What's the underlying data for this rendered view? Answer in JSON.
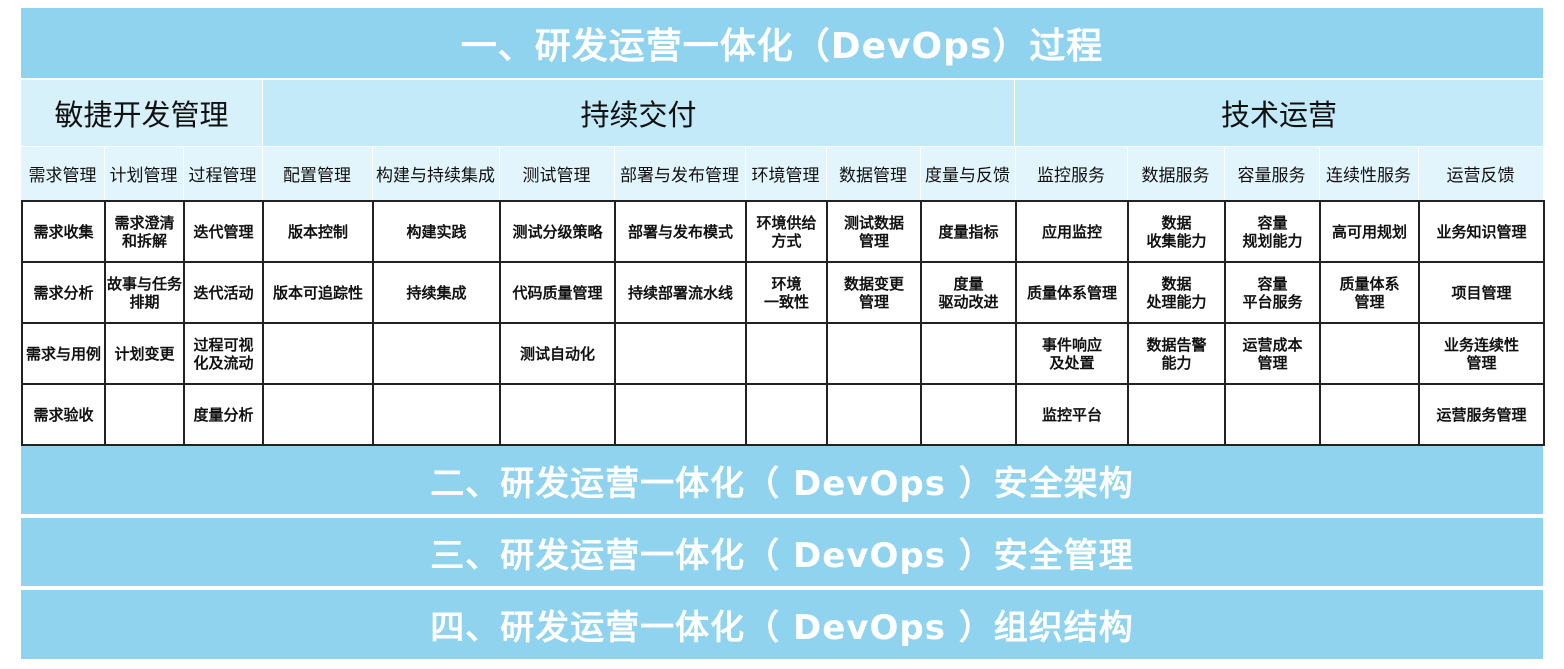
{
  "sections": [
    "一、研发运营一体化（DevOps）过程",
    "二、研发运营一体化（ DevOps ）安全架构",
    "三、研发运营一体化（ DevOps ）安全管理",
    "四、研发运营一体化（ DevOps ）组织结构"
  ],
  "categories": {
    "agile": "敏捷开发管理",
    "continuous_delivery": "持续交付",
    "tech_ops": "技术运营"
  },
  "subcategories": [
    "需求管理",
    "计划管理",
    "过程管理",
    "配置管理",
    "构建与持续集成",
    "测试管理",
    "部署与发布管理",
    "环境管理",
    "数据管理",
    "度量与反馈",
    "监控服务",
    "数据服务",
    "容量服务",
    "连续性服务",
    "运营反馈"
  ],
  "rows": [
    [
      "需求收集",
      "需求澄清\n和拆解",
      "迭代管理",
      "版本控制",
      "构建实践",
      "测试分级策略",
      "部署与发布模式",
      "环境供给\n方式",
      "测试数据\n管理",
      "度量指标",
      "应用监控",
      "数据\n收集能力",
      "容量\n规划能力",
      "高可用规划",
      "业务知识管理"
    ],
    [
      "需求分析",
      "故事与任务\n排期",
      "迭代活动",
      "版本可追踪性",
      "持续集成",
      "代码质量管理",
      "持续部署流水线",
      "环境\n一致性",
      "数据变更\n管理",
      "度量\n驱动改进",
      "质量体系管理",
      "数据\n处理能力",
      "容量\n平台服务",
      "质量体系\n管理",
      "项目管理"
    ],
    [
      "需求与用例",
      "计划变更",
      "过程可视\n化及流动",
      "",
      "",
      "测试自动化",
      "",
      "",
      "",
      "",
      "事件响应\n及处置",
      "数据告警\n能力",
      "运营成本\n管理",
      "",
      "业务连续性\n管理"
    ],
    [
      "需求验收",
      "",
      "度量分析",
      "",
      "",
      "",
      "",
      "",
      "",
      "",
      "监控平台",
      "",
      "",
      "",
      "运营服务管理"
    ]
  ]
}
